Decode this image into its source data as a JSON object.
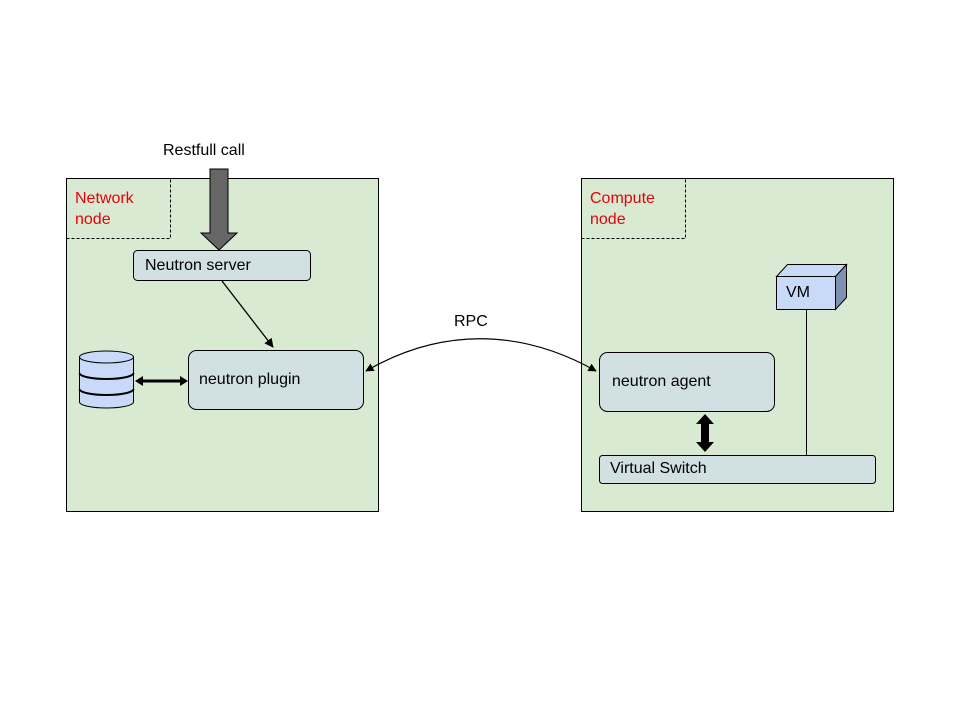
{
  "diagram": {
    "restful_label": "Restfull call",
    "rpc_label": "RPC",
    "network_node": {
      "label_line1": "Network",
      "label_line2": "node",
      "neutron_server": "Neutron server",
      "neutron_plugin": "neutron plugin",
      "database_icon": "database-icon"
    },
    "compute_node": {
      "label_line1": "Compute",
      "label_line2": "node",
      "neutron_agent": "neutron agent",
      "virtual_switch": "Virtual Switch",
      "vm": "VM",
      "vm_icon": "cube-icon"
    },
    "colors": {
      "node_fill": "#d9ead3",
      "box_fill": "#d0e0e3",
      "db_fill": "#c9daf8",
      "node_label": "#e8000b",
      "restful_arrow": "#666666"
    }
  }
}
